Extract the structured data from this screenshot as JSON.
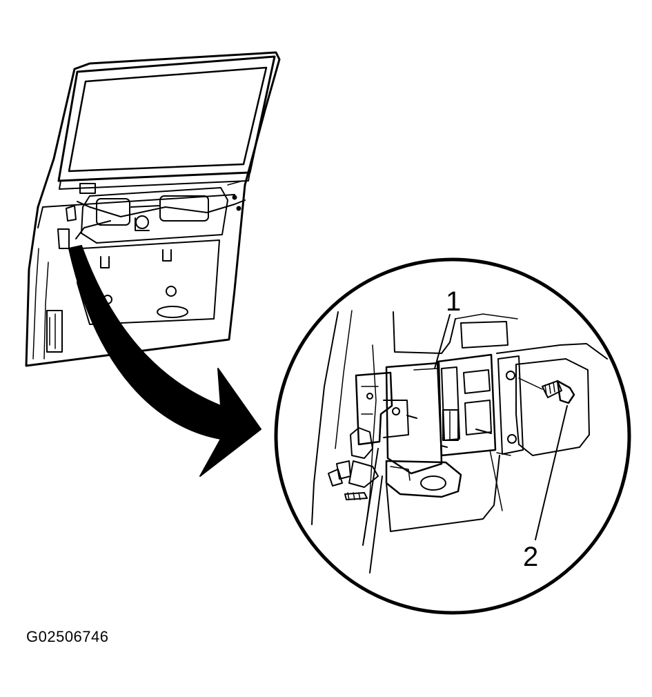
{
  "figure": {
    "callouts": [
      "1",
      "2"
    ],
    "figure_id": "G02506746"
  }
}
